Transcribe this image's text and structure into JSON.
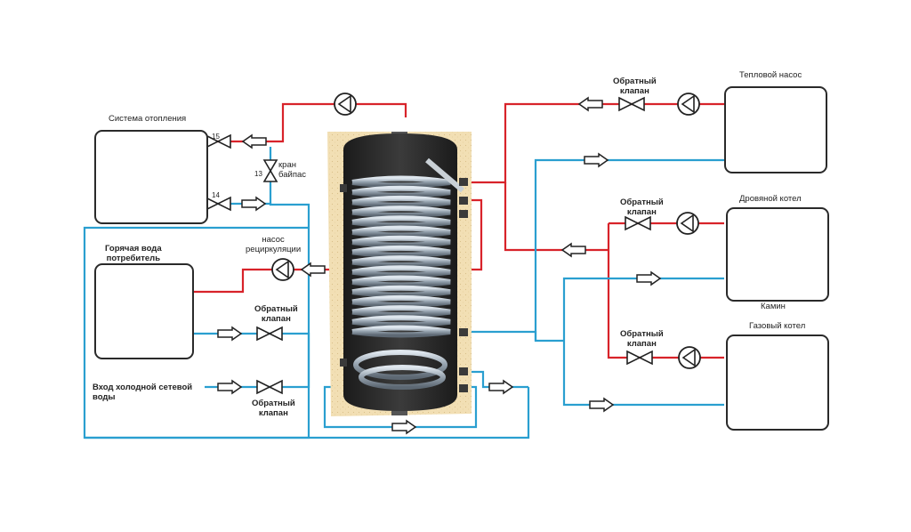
{
  "labels": {
    "heating_system": "Система отопления",
    "valve_15": "15",
    "valve_14": "14",
    "valve_13": "13",
    "bypass_valve": "кран\nбайпас",
    "hot_water_consumer": "Горячая вода\nпотребитель",
    "recirculation_pump": "насос\nрециркуляции",
    "check_valve_hw": "Обратный\nклапан",
    "check_valve_cold": "Обратный\nклапан",
    "cold_water_input": "Вход холодной сетевой\nводы",
    "check_valve_heatpump": "Обратный\nклапан",
    "heat_pump": "Тепловой насос",
    "check_valve_wood": "Обратный\nклапан",
    "wood_boiler": "Дровяной котел",
    "fireplace": "Камин",
    "check_valve_gas": "Обратный\nклапан",
    "gas_boiler": "Газовый котел"
  },
  "colors": {
    "hot_pipe": "#d8232a",
    "cold_pipe": "#2a9fd0",
    "tank_insulation": "#f2dfb4",
    "tank_body": "#2c2c2c",
    "coil": "#aeb8c2",
    "flame": "#e3141a",
    "flame_core": "#8ed0f2"
  },
  "icons": {
    "heating": "radiator-icon",
    "hot_water": "water-drops-icon",
    "heat_pump": "thermometers-fan-icon",
    "wood": "fire-logs-icon",
    "gas": "gas-flame-icon",
    "pump": "pump-icon",
    "valve": "valve-icon",
    "flow": "flow-arrow-icon"
  }
}
